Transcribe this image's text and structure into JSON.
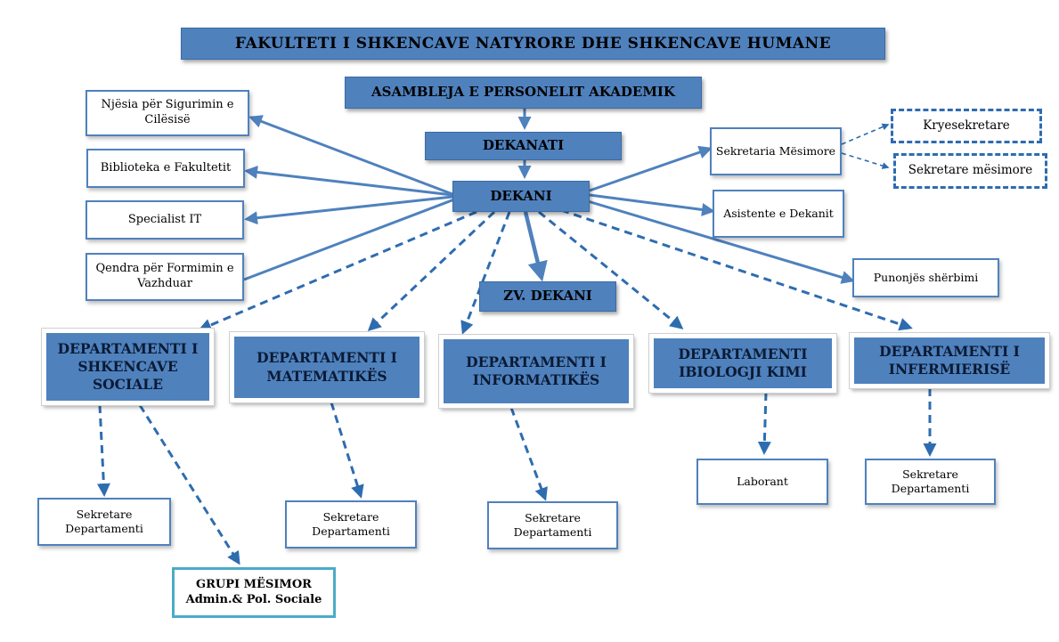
{
  "title": "FAKULTETI I SHKENCAVE NATYRORE DHE SHKENCAVE HUMANE",
  "assembly": "ASAMBLEJA E PERSONELIT AKADEMIK",
  "deanery": "DEKANATI",
  "dean": "DEKANI",
  "vice_dean": "ZV. DEKANI",
  "left_units": [
    "Njësia për Sigurimin e Cilësisë",
    "Biblioteka e Fakultetit",
    "Specialist IT",
    "Qendra për Formimin e Vazhduar"
  ],
  "right_units": {
    "secretariat": "Sekretaria Mësimore",
    "assistant": "Asistente e Dekanit",
    "service": "Punonjës shërbimi",
    "chief_secretary": "Kryesekretare",
    "teaching_secretary": "Sekretare mësimore"
  },
  "departments": [
    "DEPARTAMENTI I SHKENCAVE SOCIALE",
    "DEPARTAMENTI I MATEMATIKËS",
    "DEPARTAMENTI I INFORMATIKËS",
    "DEPARTAMENTI IBIOLOGJI KIMI",
    "DEPARTAMENTI I INFERMIERISË"
  ],
  "dept_staff": {
    "sociale": "Sekretare Departamenti",
    "matematikes": "Sekretare Departamenti",
    "informatikes": "Sekretare Departamenti",
    "biologji": "Laborant",
    "infermierise": "Sekretare Departamenti"
  },
  "teaching_group": {
    "title": "GRUPI MËSIMOR",
    "subtitle": "Admin.& Pol. Sociale"
  },
  "colors": {
    "box_fill": "#4f81bd",
    "connector": "#4f81bd",
    "dashed_connector": "#2e6cb0",
    "teal_border": "#4bacc6"
  }
}
